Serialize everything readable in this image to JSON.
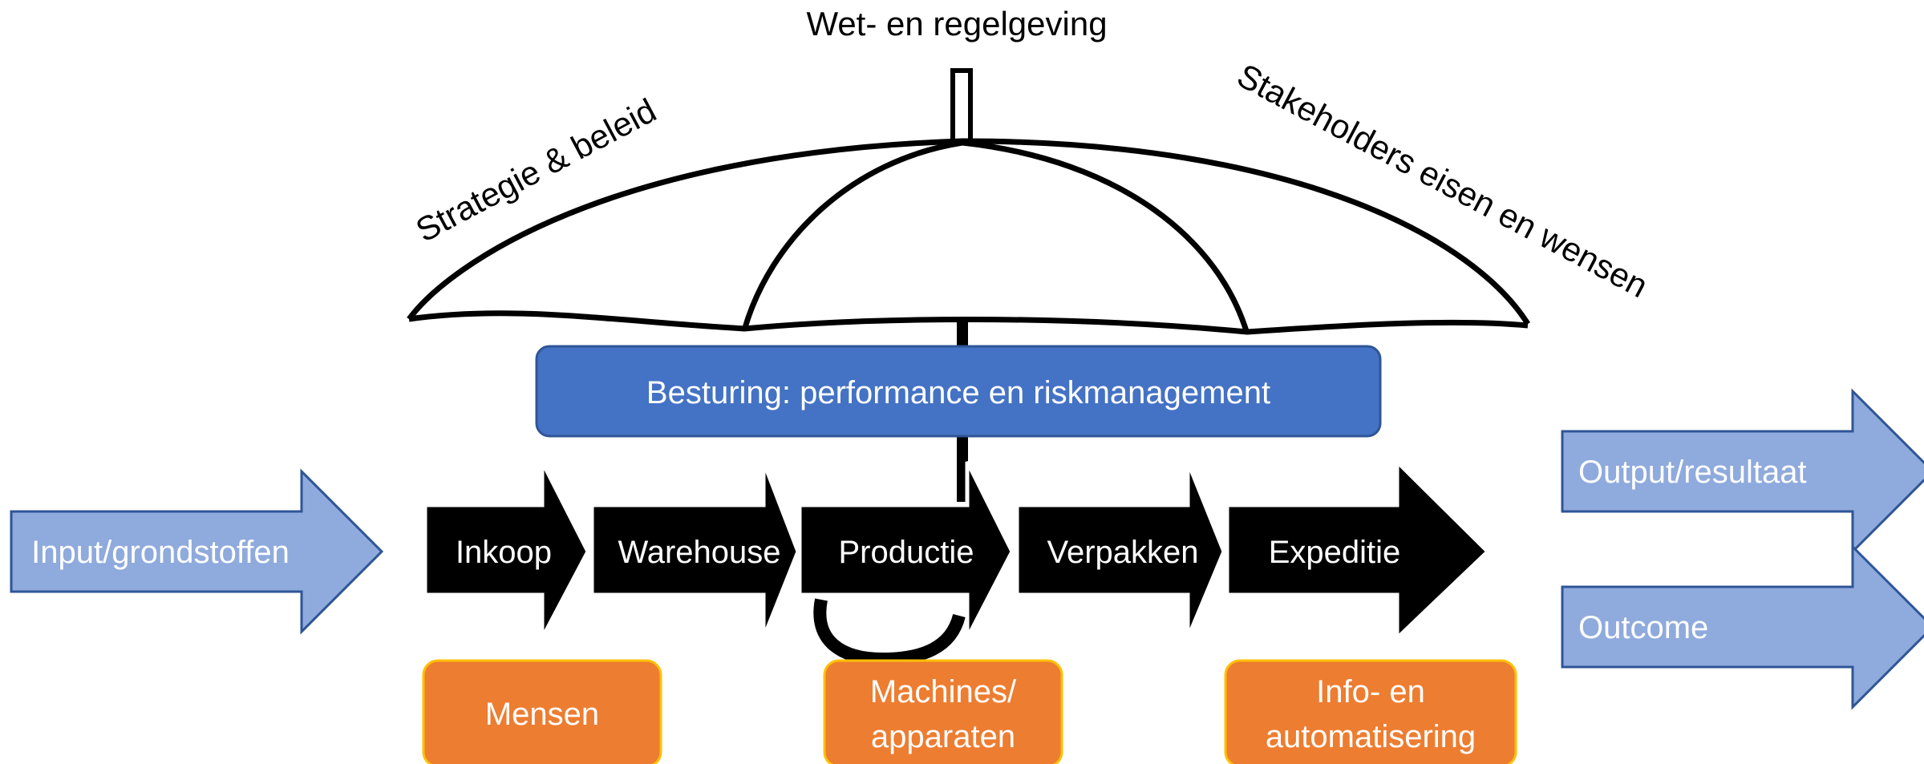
{
  "umbrella": {
    "top_label": "Wet- en regelgeving",
    "left_label": "Strategie & beleid",
    "right_label": "Stakeholders eisen en wensen"
  },
  "control_bar": {
    "label": "Besturing: performance en riskmanagement",
    "color": "#4472c4"
  },
  "input": {
    "label": "Input/grondstoffen",
    "color": "#8faadc"
  },
  "process_steps": [
    {
      "label": "Inkoop"
    },
    {
      "label": "Warehouse"
    },
    {
      "label": "Productie"
    },
    {
      "label": "Verpakken"
    },
    {
      "label": "Expeditie"
    }
  ],
  "outputs": [
    {
      "label": "Output/resultaat"
    },
    {
      "label": "Outcome"
    }
  ],
  "resources": [
    {
      "line1": "Mensen",
      "line2": ""
    },
    {
      "line1": "Machines/",
      "line2": "apparaten"
    },
    {
      "line1": "Info- en",
      "line2": "automatisering"
    }
  ],
  "colors": {
    "process": "#000000",
    "resource": "#ed7d31",
    "resource_border": "#ffc000",
    "arrow_light": "#8faadc",
    "arrow_border": "#2f5597"
  }
}
